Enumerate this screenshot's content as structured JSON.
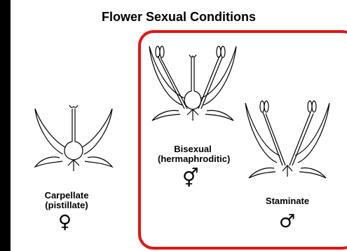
{
  "title": "Flower Sexual Conditions",
  "highlight_color": "#e31414",
  "flowers": [
    {
      "id": "carpellate",
      "label_line1": "Carpellate",
      "label_line2": "(pistillate)",
      "symbol": "♀",
      "symbol_icon": "female-symbol-icon"
    },
    {
      "id": "bisexual",
      "label_line1": "Bisexual",
      "label_line2": "(hermaphroditic)",
      "symbol": "⚥",
      "symbol_icon": "hermaphrodite-symbol-icon"
    },
    {
      "id": "staminate",
      "label_line1": "Staminate",
      "label_line2": "",
      "symbol": "♂",
      "symbol_icon": "male-symbol-icon"
    }
  ]
}
